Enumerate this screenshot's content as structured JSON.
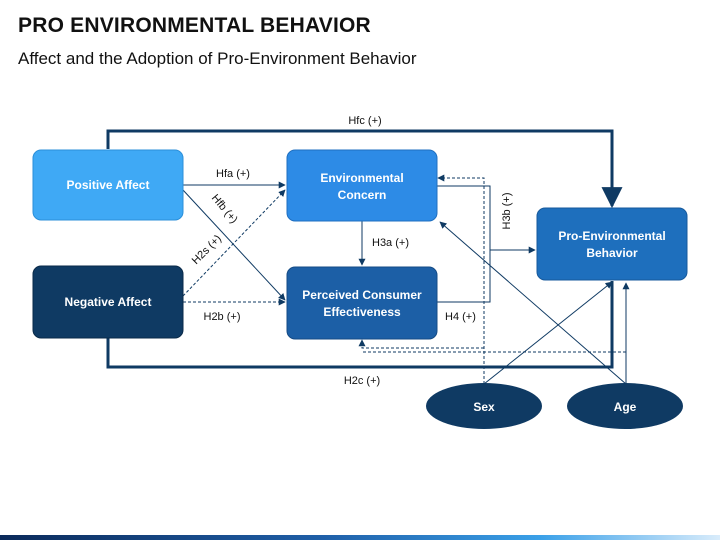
{
  "header": {
    "title": "PRO ENVIRONMENTAL BEHAVIOR",
    "subtitle": "Affect and the Adoption of Pro-Environment Behavior"
  },
  "colors": {
    "positive_affect": "#3fa9f5",
    "environmental_concern": "#2d8be6",
    "consumer_effectiveness": "#1c5fa6",
    "negative_affect": "#0f3a63",
    "pro_environmental": "#1e6fbd",
    "ellipse": "#0f3a63",
    "line": "#0f3a63"
  },
  "nodes": {
    "positive_affect": "Positive Affect",
    "negative_affect": "Negative Affect",
    "environmental_concern": [
      "Environmental",
      "Concern"
    ],
    "consumer_effectiveness": [
      "Perceived Consumer",
      "Effectiveness"
    ],
    "pro_environmental": [
      "Pro-Environmental",
      "Behavior"
    ],
    "sex": "Sex",
    "age": "Age"
  },
  "labels": {
    "hfc": "Hfc (+)",
    "hfa": "Hfa (+)",
    "hfb": "Hfb (+)",
    "h2s": "H2s (+)",
    "h2b": "H2b (+)",
    "h3a": "H3a (+)",
    "h3b": "H3b (+)",
    "h4": "H4 (+)",
    "h2c": "H2c (+)"
  }
}
